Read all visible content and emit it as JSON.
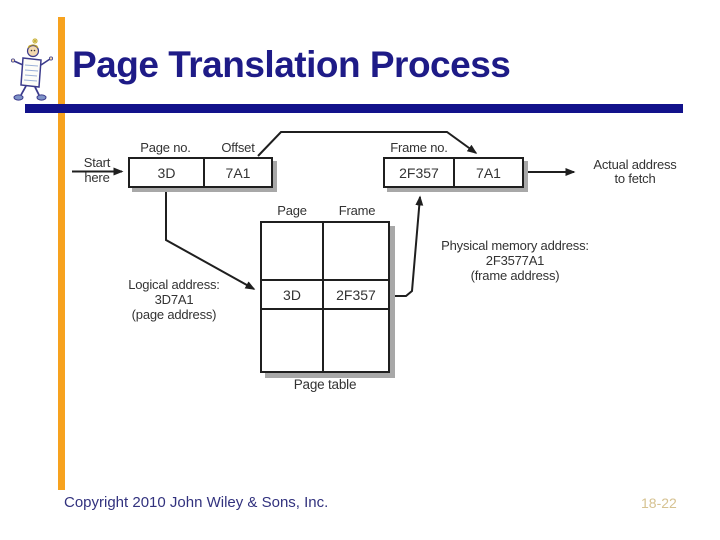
{
  "slide": {
    "title": "Page Translation Process",
    "footer": {
      "copyright": "Copyright 2010 John Wiley & Sons, Inc.",
      "page_number": "18-22"
    }
  },
  "icons": {
    "mascot": "walking-page-character"
  },
  "diagram": {
    "start": {
      "line1": "Start",
      "line2": "here"
    },
    "logical_box": {
      "page_no_label": "Page no.",
      "offset_label": "Offset",
      "page_no_value": "3D",
      "offset_value": "7A1"
    },
    "frame_box": {
      "frame_no_label": "Frame no.",
      "frame_value": "2F357",
      "offset_value": "7A1"
    },
    "actual_address": {
      "line1": "Actual address",
      "line2": "to fetch"
    },
    "page_table": {
      "page_header": "Page",
      "frame_header": "Frame",
      "rows": [
        {
          "page": "",
          "frame": ""
        },
        {
          "page": "3D",
          "frame": "2F357"
        },
        {
          "page": "",
          "frame": ""
        }
      ],
      "caption": "Page table"
    },
    "logical_address": {
      "line1": "Logical address:",
      "line2": "3D7A1",
      "line3": "(page address)"
    },
    "physical_address": {
      "line1": "Physical memory address:",
      "line2": "2F3577A1",
      "line3": "(frame address)"
    }
  },
  "colors": {
    "accent_orange": "#F7A21E",
    "title_navy": "#1E1B87",
    "rule_navy": "#12128B",
    "footer_blue": "#32327E",
    "page_number_gold": "#D6C291",
    "diagram_ink": "#1F1F1F"
  }
}
